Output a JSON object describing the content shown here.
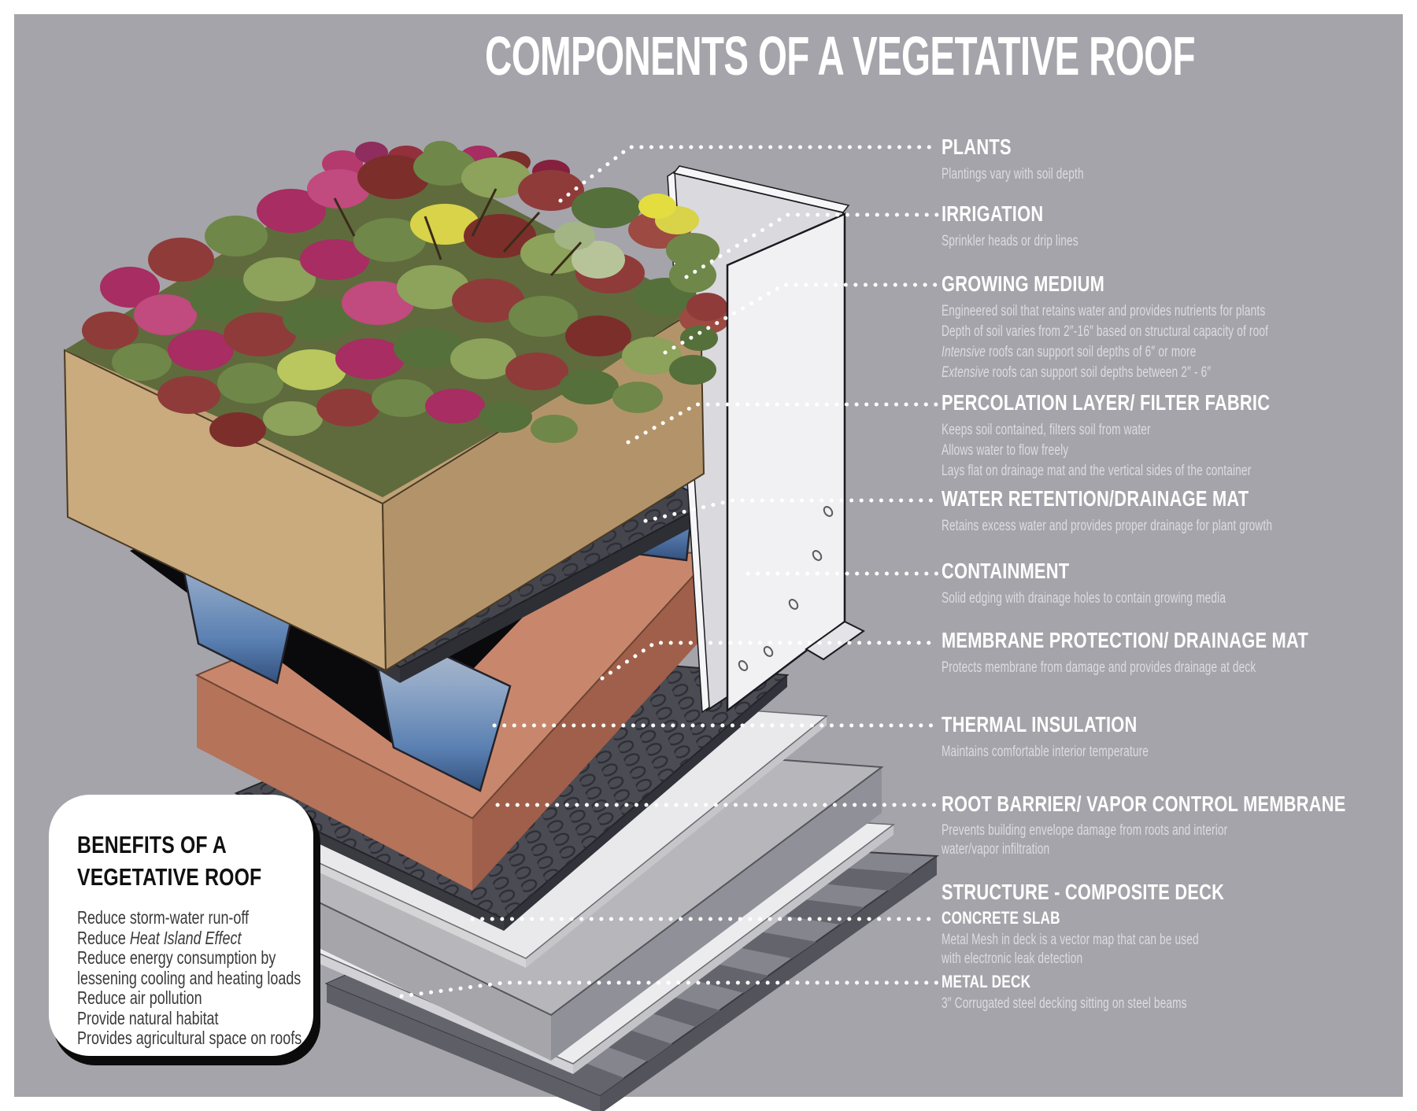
{
  "page": {
    "title": "COMPONENTS OF A VEGETATIVE ROOF",
    "background_color": "#a5a4aa",
    "text_color": "#ffffff",
    "desc_color": "#dcdce1"
  },
  "labels": [
    {
      "title": "PLANTS",
      "lines": [
        "Plantings vary with soil depth"
      ]
    },
    {
      "title": "IRRIGATION",
      "lines": [
        "Sprinkler heads or drip lines"
      ]
    },
    {
      "title": "GROWING MEDIUM",
      "lines": [
        "Engineered soil that retains water and provides nutrients for plants",
        "Depth of soil varies from 2″-16″ based on structural capacity of roof"
      ],
      "italic_lines": [
        {
          "em": "Intensive",
          "text": " roofs can support soil depths of 6″ or more"
        },
        {
          "em": "Extensive",
          "text": " roofs can support soil depths between 2″ - 6″"
        }
      ]
    },
    {
      "title": "PERCOLATION LAYER/ FILTER FABRIC",
      "lines": [
        "Keeps soil contained, filters soil from water",
        "Allows water to flow freely",
        "Lays flat on drainage mat and the vertical sides of the container"
      ]
    },
    {
      "title": "WATER RETENTION/DRAINAGE MAT",
      "lines": [
        "Retains excess water and provides proper drainage for plant growth"
      ]
    },
    {
      "title": "CONTAINMENT",
      "lines": [
        "Solid edging with drainage holes to contain growing media"
      ]
    },
    {
      "title": "MEMBRANE PROTECTION/ DRAINAGE MAT",
      "lines": [
        "Protects membrane from damage and provides drainage at deck"
      ]
    },
    {
      "title": "THERMAL INSULATION",
      "lines": [
        "Maintains comfortable interior temperature"
      ]
    },
    {
      "title": "ROOT BARRIER/ VAPOR CONTROL MEMBRANE",
      "lines": [
        "Prevents building envelope damage from roots and interior",
        "water/vapor infiltration"
      ]
    },
    {
      "title": "STRUCTURE - COMPOSITE DECK"
    },
    {
      "title": "CONCRETE SLAB",
      "lines": [
        "Metal Mesh in deck is a vector map that can be used",
        "with electronic leak detection"
      ]
    },
    {
      "title": "METAL DECK",
      "lines": [
        "3″ Corrugated steel decking sitting on steel beams"
      ]
    }
  ],
  "benefits": {
    "title_line1": "BENEFITS OF A",
    "title_line2": "VEGETATIVE ROOF",
    "lines": [
      {
        "pre": "Reduce storm-water run-off",
        "em": ""
      },
      {
        "pre": "Reduce ",
        "em": "Heat Island Effect"
      },
      {
        "pre": "Reduce energy consumption by",
        "em": ""
      },
      {
        "pre": "lessening cooling and heating loads",
        "em": ""
      },
      {
        "pre": "Reduce air pollution",
        "em": ""
      },
      {
        "pre": "Provide natural habitat",
        "em": ""
      },
      {
        "pre": "Provides agricultural space on roofs",
        "em": ""
      }
    ]
  },
  "illustration": {
    "layers": [
      {
        "name": "plants",
        "color": "#8f3b3a"
      },
      {
        "name": "growing-medium",
        "color": "#c9ab7e"
      },
      {
        "name": "water-retention-drainage-mat",
        "color": "#45454d"
      },
      {
        "name": "drainage-cups",
        "color": "#5a80b2"
      },
      {
        "name": "root-membrane-black",
        "color": "#0a0a0c"
      },
      {
        "name": "containment-edging",
        "color": "#f1f1f4"
      },
      {
        "name": "thermal-insulation",
        "color": "#c8876c"
      },
      {
        "name": "membrane-protection-mat",
        "color": "#4b4b53"
      },
      {
        "name": "root-barrier-sheet",
        "color": "#e9e9eb"
      },
      {
        "name": "concrete-slab",
        "color": "#b7b7bb"
      },
      {
        "name": "metal-deck",
        "color": "#85858d"
      }
    ]
  }
}
